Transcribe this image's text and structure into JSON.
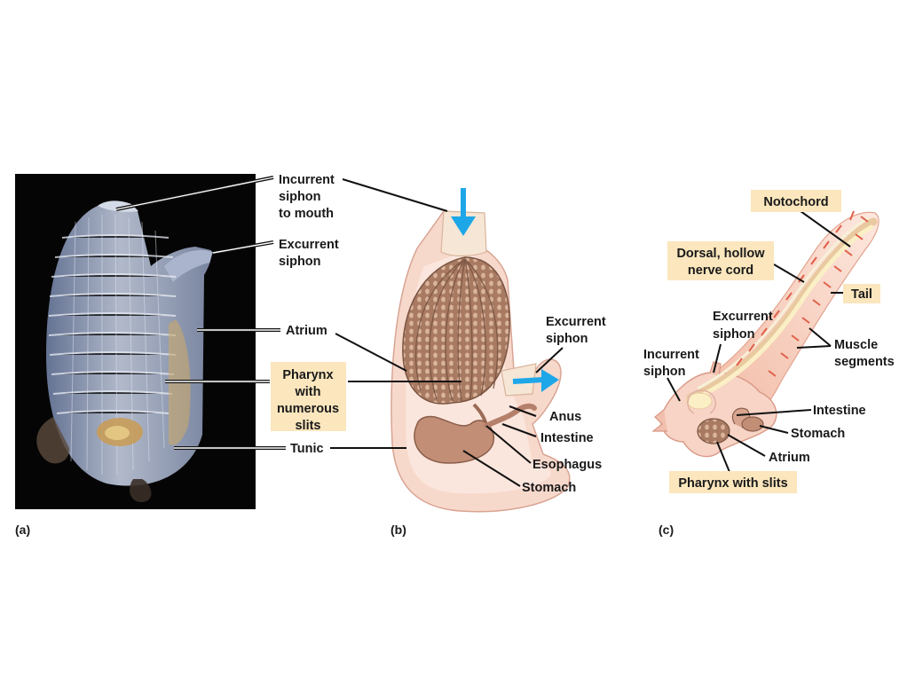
{
  "panels": {
    "a": "(a)",
    "b": "(b)",
    "c": "(c)"
  },
  "photo_labels": {
    "incurrent_1": "Incurrent",
    "incurrent_2": "siphon",
    "incurrent_3": "to mouth",
    "excurrent_1": "Excurrent",
    "excurrent_2": "siphon",
    "atrium": "Atrium",
    "pharynx_1": "Pharynx",
    "pharynx_2": "with",
    "pharynx_3": "numerous",
    "pharynx_4": "slits",
    "tunic": "Tunic"
  },
  "adult_labels": {
    "excurrent_1": "Excurrent",
    "excurrent_2": "siphon",
    "anus": "Anus",
    "intestine": "Intestine",
    "esophagus": "Esophagus",
    "stomach": "Stomach"
  },
  "larva_labels": {
    "notochord": "Notochord",
    "nerve_1": "Dorsal, hollow",
    "nerve_2": "nerve cord",
    "tail": "Tail",
    "excurrent_1": "Excurrent",
    "excurrent_2": "siphon",
    "incurrent_1": "Incurrent",
    "incurrent_2": "siphon",
    "muscle_1": "Muscle",
    "muscle_2": "segments",
    "intestine": "Intestine",
    "stomach": "Stomach",
    "atrium": "Atrium",
    "pharynx": "Pharynx with slits"
  },
  "colors": {
    "label_highlight": "#fbe6bd",
    "water_arrow": "#1ea7e8",
    "body_pink": "#f7d6c8",
    "tissue_tan": "#b0826a",
    "muscle_red": "#e0604a"
  }
}
